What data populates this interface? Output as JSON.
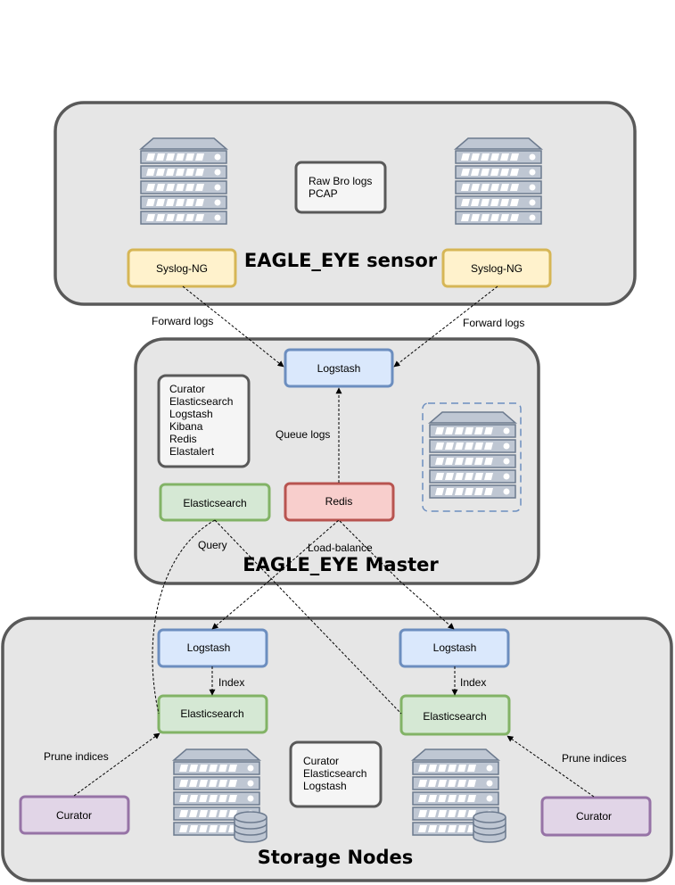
{
  "colors": {
    "region_fill": "#e6e6e6",
    "region_stroke": "#595959",
    "syslog_fill": "#fff2cc",
    "syslog_stroke": "#d6b656",
    "logstash_fill": "#dae8fc",
    "logstash_stroke": "#6c8ebf",
    "es_fill": "#d5e8d4",
    "es_stroke": "#82b366",
    "redis_fill": "#f8cecc",
    "redis_stroke": "#b85450",
    "curator_fill": "#e1d5e7",
    "curator_stroke": "#9673a6",
    "note_fill": "#f5f5f5",
    "note_stroke": "#595959",
    "server_fill": "#bfc7d3",
    "server_stroke": "#6c7a8e"
  },
  "sensor": {
    "title": "EAGLE_EYE sensor",
    "note_lines": [
      "Raw Bro logs",
      "PCAP"
    ],
    "syslog_left": "Syslog-NG",
    "syslog_right": "Syslog-NG"
  },
  "master": {
    "title": "EAGLE_EYE Master",
    "logstash": "Logstash",
    "note_lines": [
      "Curator",
      "Elasticsearch",
      "Logstash",
      "Kibana",
      "Redis",
      "Elastalert"
    ],
    "elasticsearch": "Elasticsearch",
    "redis": "Redis"
  },
  "storage": {
    "title": "Storage Nodes",
    "logstash_left": "Logstash",
    "logstash_right": "Logstash",
    "es_left": "Elasticsearch",
    "es_right": "Elasticsearch",
    "curator_left": "Curator",
    "curator_right": "Curator",
    "note_lines": [
      "Curator",
      "Elasticsearch",
      "Logstash"
    ]
  },
  "edges": {
    "forward_left": "Forward logs",
    "forward_right": "Forward logs",
    "queue": "Queue logs",
    "query": "Query",
    "load_balance": "Load-balance",
    "index_left": "Index",
    "index_right": "Index",
    "prune_left": "Prune indices",
    "prune_right": "Prune indices"
  }
}
